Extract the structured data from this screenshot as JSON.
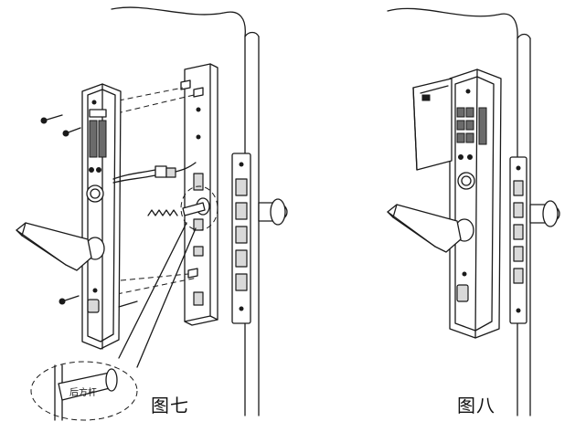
{
  "figures": {
    "left_caption": "图七",
    "right_caption": "图八",
    "callout_tag": "后方杆"
  }
}
